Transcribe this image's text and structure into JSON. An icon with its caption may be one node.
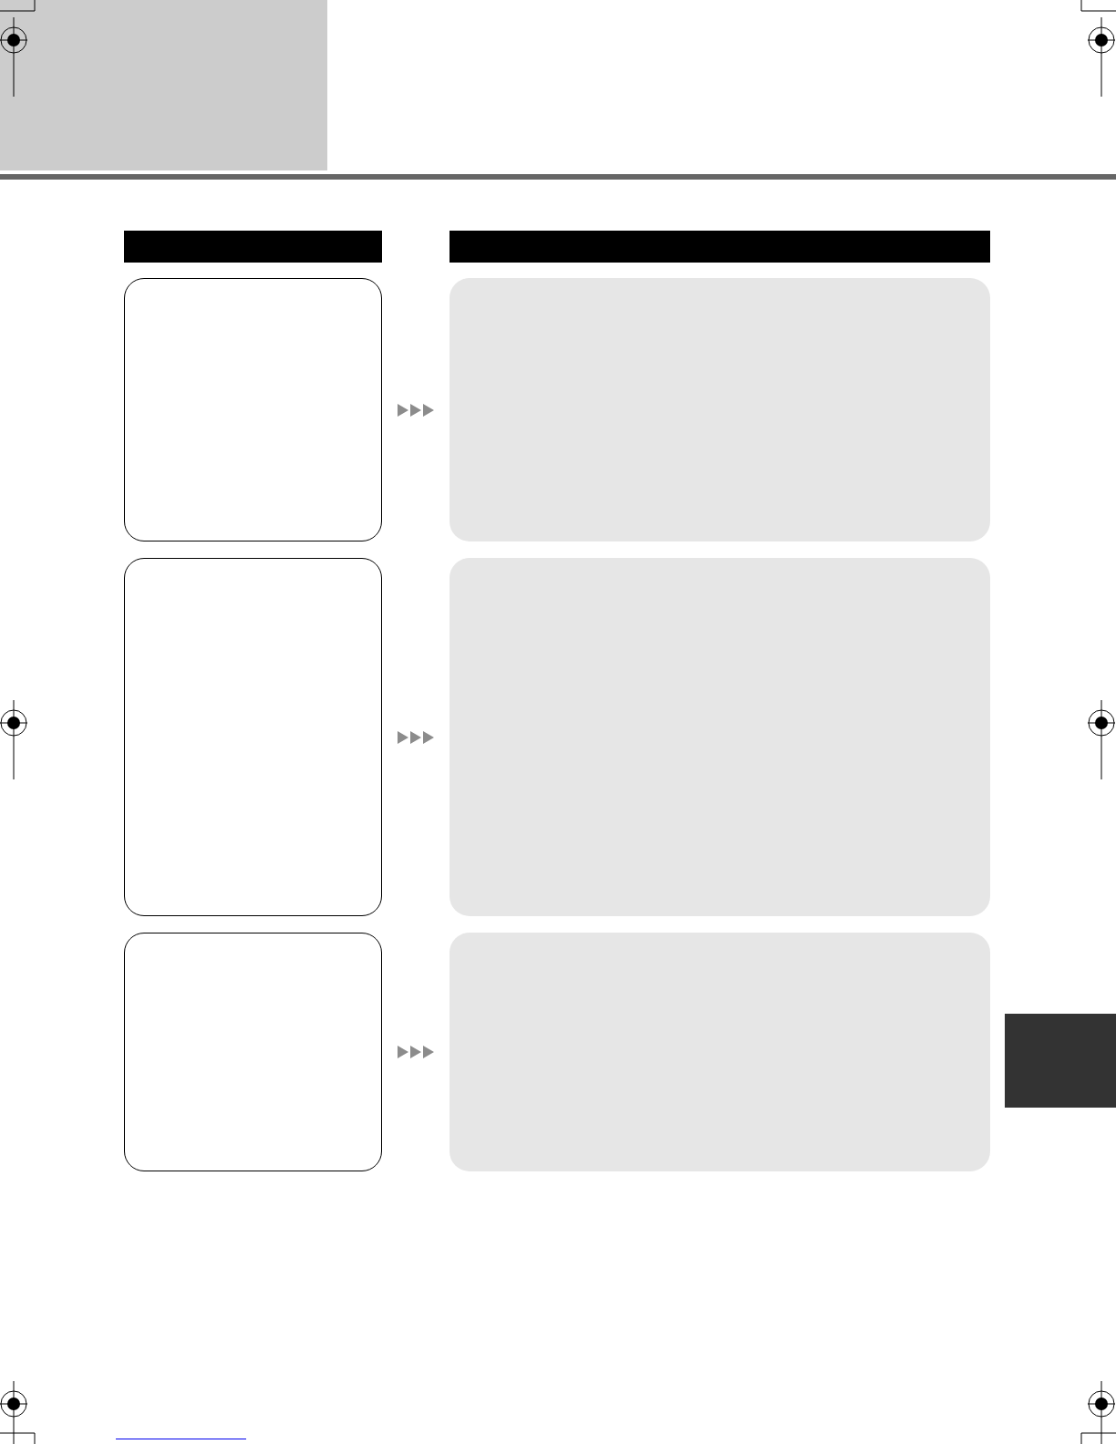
{
  "diagram": {
    "nodes": [
      {
        "text": [],
        "shape": "bar"
      },
      {
        "text": [],
        "shape": "bar"
      },
      {
        "text": [],
        "shape": "box"
      },
      {
        "text": [],
        "shape": "box"
      },
      {
        "text": [],
        "shape": "box"
      },
      {
        "text": [],
        "shape": "box"
      },
      {
        "text": [],
        "shape": "box"
      },
      {
        "text": [],
        "shape": "box"
      },
      {
        "text": [],
        "shape": "bar"
      }
    ],
    "edges": [
      {
        "from": 2,
        "to": 3,
        "arrow": "to"
      },
      {
        "from": 4,
        "to": 5,
        "arrow": "to"
      },
      {
        "from": 6,
        "to": 7,
        "arrow": "to"
      }
    ]
  }
}
